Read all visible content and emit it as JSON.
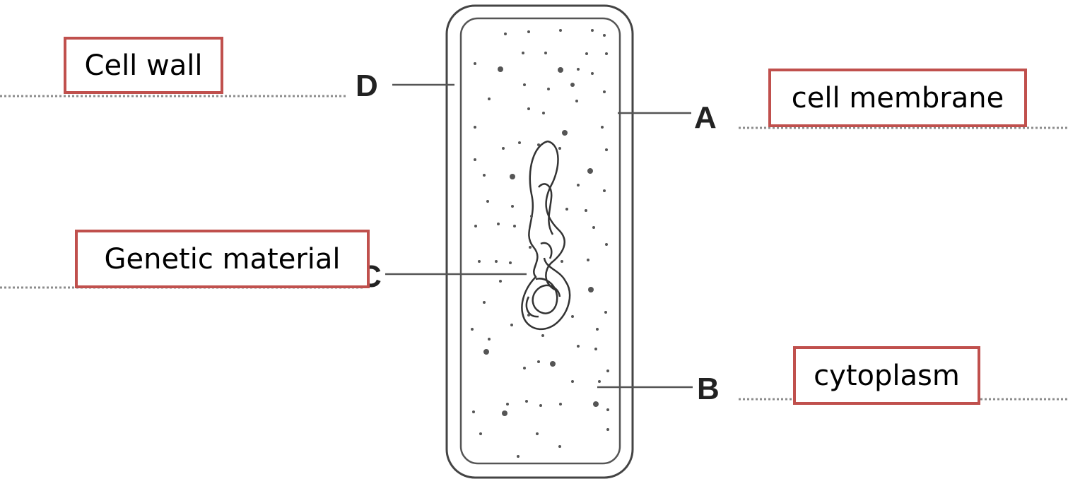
{
  "diagram": {
    "letters": {
      "a": "A",
      "b": "B",
      "c": "C",
      "d": "D"
    },
    "answers": {
      "d": "Cell wall",
      "a": "cell membrane",
      "c": "Genetic material",
      "b": "cytoplasm"
    },
    "colors": {
      "answer_border": "#c0504d",
      "answer_line": "#888888",
      "outline": "#444444"
    }
  }
}
